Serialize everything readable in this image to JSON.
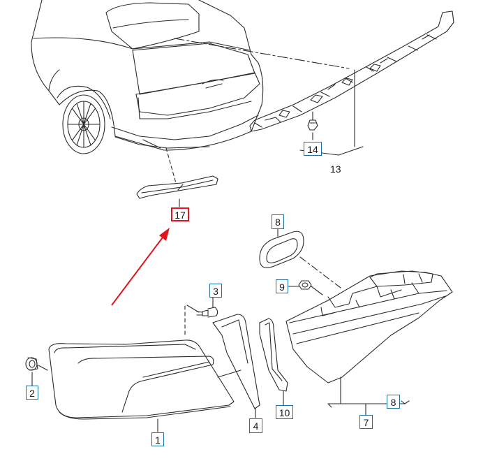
{
  "callouts": [
    {
      "id": "c17",
      "text": "17",
      "boxed": true,
      "highlight": true
    },
    {
      "id": "c14",
      "text": "14",
      "boxed": true,
      "highlight": false
    },
    {
      "id": "c13",
      "text": "13",
      "boxed": false,
      "highlight": false
    },
    {
      "id": "c8a",
      "text": "8",
      "boxed": true,
      "highlight": false
    },
    {
      "id": "c9",
      "text": "9",
      "boxed": true,
      "highlight": false
    },
    {
      "id": "c3",
      "text": "3",
      "boxed": true,
      "highlight": false
    },
    {
      "id": "c2",
      "text": "2",
      "boxed": true,
      "highlight": false
    },
    {
      "id": "c1",
      "text": "1",
      "boxed": true,
      "highlight": false
    },
    {
      "id": "c4",
      "text": "4",
      "boxed": true,
      "highlight": false
    },
    {
      "id": "c10",
      "text": "10",
      "boxed": true,
      "highlight": false
    },
    {
      "id": "c8b",
      "text": "8",
      "boxed": true,
      "highlight": false
    },
    {
      "id": "c7",
      "text": "7",
      "boxed": true,
      "highlight": false
    }
  ],
  "colors": {
    "line": "#2a2a2a",
    "box_border": "#1a6fa0",
    "highlight": "#e0141c",
    "arrow": "#e0141c"
  }
}
